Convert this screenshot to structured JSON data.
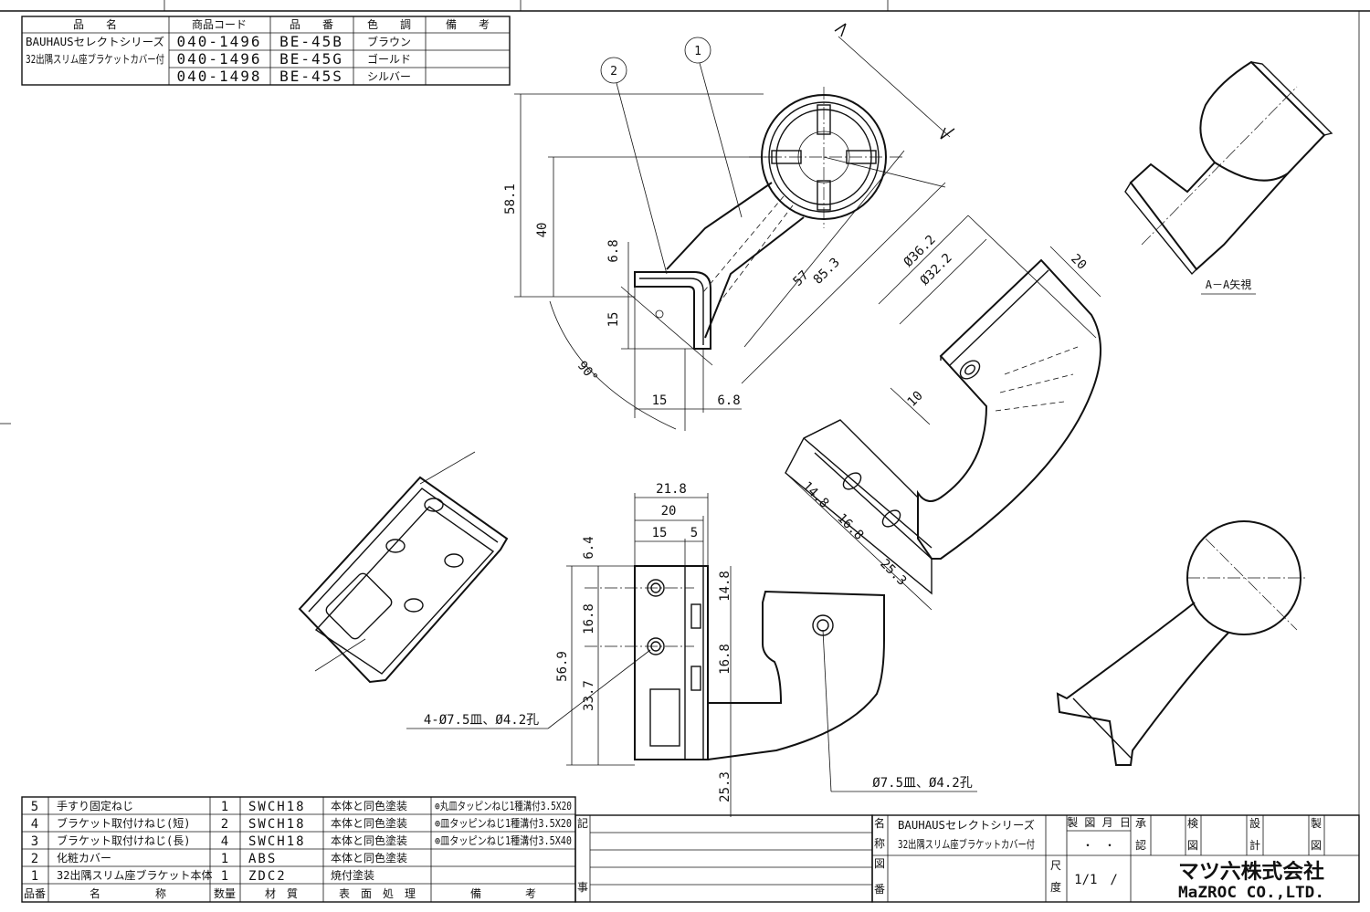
{
  "header_table": {
    "columns": [
      "品　　名",
      "商品コード",
      "品　　番",
      "色　　調",
      "備　　考"
    ],
    "series_name_line1": "BAUHAUSセレクトシリーズ",
    "series_name_line2": "32出隅スリム座ブラケットカバー付",
    "rows": [
      {
        "code": "040-1496",
        "part_no": "BE-45B",
        "color": "ブラウン"
      },
      {
        "code": "040-1496",
        "part_no": "BE-45G",
        "color": "ゴールド"
      },
      {
        "code": "040-1498",
        "part_no": "BE-45S",
        "color": "シルバー"
      }
    ]
  },
  "callouts": {
    "c1": "1",
    "c2": "2"
  },
  "dims_side": {
    "d58": "58.1",
    "d40": "40",
    "d6_8a": "6.8",
    "d15a": "15",
    "d15b": "15",
    "d6_8b": "6.8",
    "d57": "57",
    "d85": "85.3",
    "angle": "90°"
  },
  "dims_iso": {
    "d36": "Ø36.2",
    "d32": "Ø32.2",
    "d20": "20",
    "d10": "10",
    "d14": "14.8",
    "d16": "16.8",
    "d25": "25.3"
  },
  "dims_front": {
    "w21": "21.8",
    "w20": "20",
    "w15": "15",
    "w5": "5",
    "h6_4": "6.4",
    "h16_8a": "16.8",
    "h56": "56.9",
    "h33": "33.7",
    "h25": "25.3",
    "r14": "14.8",
    "r16": "16.8",
    "hole_note": "4-Ø7.5皿、Ø4.2孔",
    "hole_note2": "Ø7.5皿、Ø4.2孔"
  },
  "view_label": "A－A矢視",
  "parts_list": {
    "headers": [
      "品番",
      "名　　　　　称",
      "数量",
      "材　質",
      "表　面　処　理",
      "備　　　　考"
    ],
    "rows": [
      {
        "no": "5",
        "name": "手すり固定ねじ",
        "qty": "1",
        "material": "SWCH18",
        "finish": "本体と同色塗装",
        "note": "⊕丸皿タッピンねじ1種溝付3.5X20"
      },
      {
        "no": "4",
        "name": "ブラケット取付けねじ(短)",
        "qty": "2",
        "material": "SWCH18",
        "finish": "本体と同色塗装",
        "note": "⊕皿タッピンねじ1種溝付3.5X20"
      },
      {
        "no": "3",
        "name": "ブラケット取付けねじ(長)",
        "qty": "4",
        "material": "SWCH18",
        "finish": "本体と同色塗装",
        "note": "⊕皿タッピンねじ1種溝付3.5X40"
      },
      {
        "no": "2",
        "name": "化粧カバー",
        "qty": "1",
        "material": "ABS",
        "finish": "本体と同色塗装",
        "note": ""
      },
      {
        "no": "1",
        "name": "32出隅スリム座ブラケット本体",
        "qty": "1",
        "material": "ZDC2",
        "finish": "焼付塗装",
        "note": ""
      }
    ]
  },
  "notes_label": {
    "a": "記",
    "b": "事"
  },
  "title_block": {
    "name_label_1": "名",
    "name_label_2": "称",
    "zu_label_1": "図",
    "zu_label_2": "番",
    "title_line1": "BAUHAUSセレクトシリーズ",
    "title_line2": "32出隅スリム座ブラケットカバー付",
    "date_label": "製 図 月 日",
    "date_value": "・　・",
    "approve_1": "承",
    "approve_2": "認",
    "check_1": "検",
    "check_2": "図",
    "design_1": "設",
    "design_2": "計",
    "draw_1": "製",
    "draw_2": "図",
    "scale_label_1": "尺",
    "scale_label_2": "度",
    "scale_value": "1/1　/",
    "company_jp": "マツ六株式会社",
    "company_en": "MaZROC CO.,LTD."
  }
}
